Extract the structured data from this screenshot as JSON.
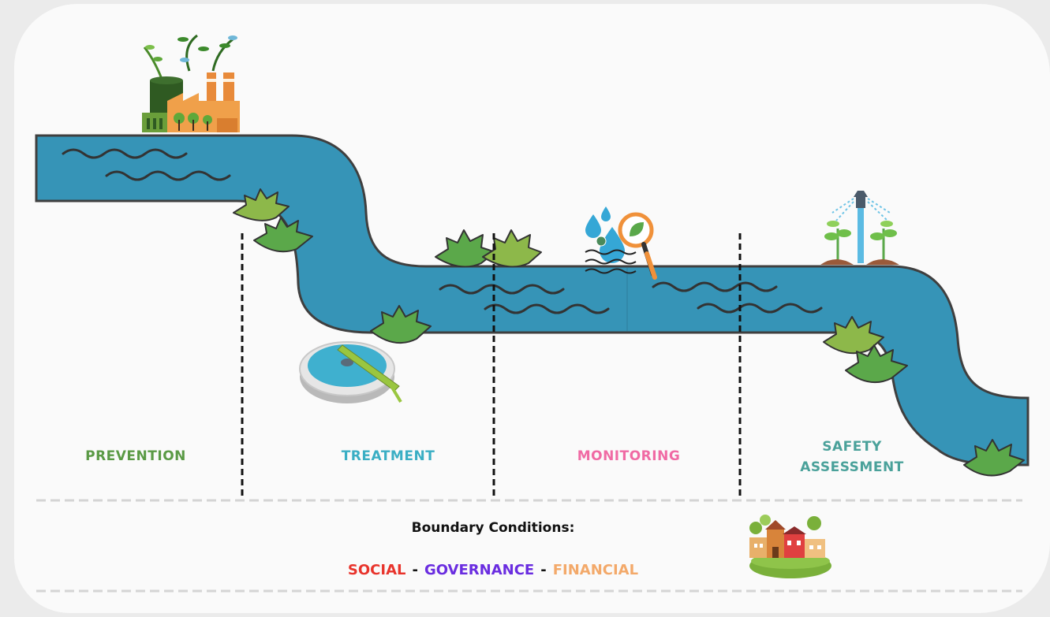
{
  "stages": {
    "prevention": "PREVENTION",
    "treatment": "TREATMENT",
    "monitoring": "MONITORING",
    "safety_line1": "SAFETY",
    "safety_line2": "ASSESSMENT"
  },
  "boundary": {
    "title": "Boundary Conditions:",
    "separator": "-",
    "items": [
      "SOCIAL",
      "GOVERNANCE",
      "FINANCIAL"
    ]
  },
  "colors": {
    "river": "#3694b7",
    "river_outline": "#3f3f3f",
    "prevention": "#5a9a45",
    "treatment": "#3aaec4",
    "monitoring": "#f06aa4",
    "safety": "#4aa19a",
    "social": "#e8342c",
    "governance": "#6a2de0",
    "financial": "#f3a96a"
  },
  "icons": [
    "factory-icon",
    "water-treatment-tank-icon",
    "water-inspection-icon",
    "sprinkler-plants-icon",
    "town-icon",
    "grass-tuft-icon"
  ]
}
